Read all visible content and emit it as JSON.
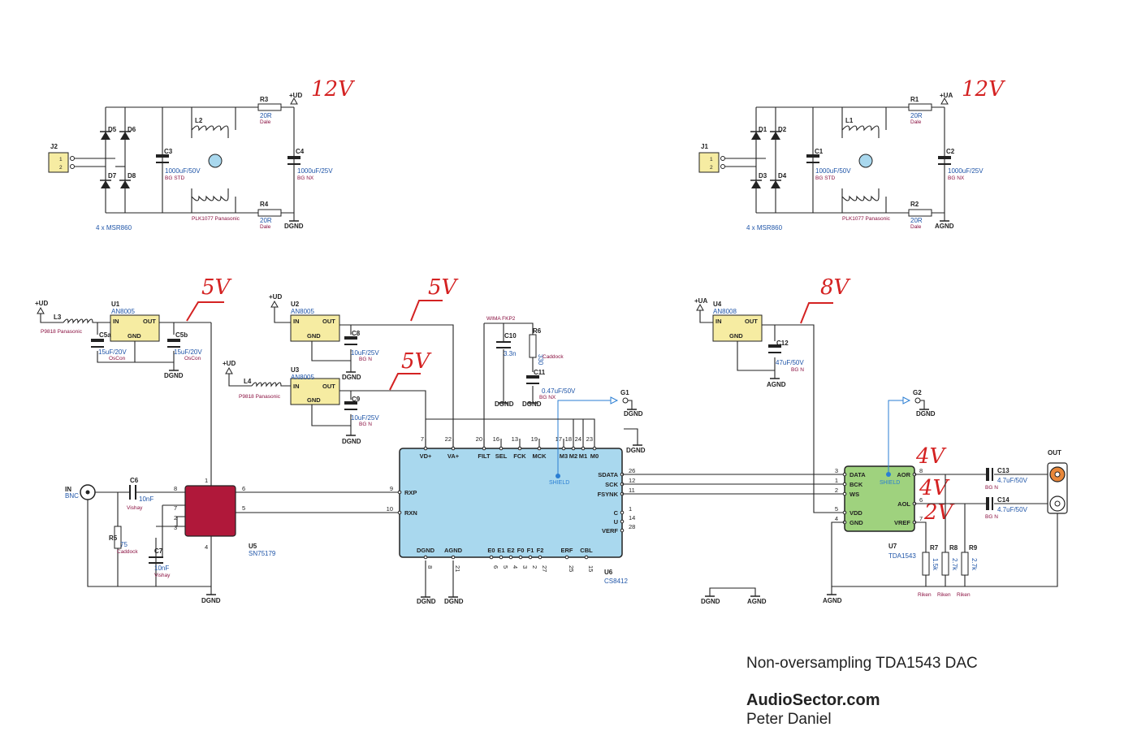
{
  "supplies": {
    "left": {
      "connector": "J2",
      "pin1": "1",
      "pin2": "2",
      "diodes": [
        "D5",
        "D6",
        "D7",
        "D8"
      ],
      "diodes_note": "4 x MSR860",
      "cap_in": {
        "ref": "C3",
        "value": "1000uF/50V",
        "brand": "BG STD"
      },
      "choke": {
        "ref": "L2",
        "part": "PLK1077 Panasonic"
      },
      "r_top": {
        "ref": "R3",
        "value": "20R",
        "brand": "Dale"
      },
      "r_bot": {
        "ref": "R4",
        "value": "20R",
        "brand": "Dale"
      },
      "cap_out": {
        "ref": "C4",
        "value": "1000uF/25V",
        "brand": "BG NX"
      },
      "rail": "+UD",
      "gnd": "DGND",
      "voltage_note": "12V"
    },
    "right": {
      "connector": "J1",
      "pin1": "1",
      "pin2": "2",
      "diodes": [
        "D1",
        "D2",
        "D3",
        "D4"
      ],
      "diodes_note": "4 x MSR860",
      "cap_in": {
        "ref": "C1",
        "value": "1000uF/50V",
        "brand": "BG STD"
      },
      "choke": {
        "ref": "L1",
        "part": "PLK1077 Panasonic"
      },
      "r_top": {
        "ref": "R1",
        "value": "20R",
        "brand": "Dale"
      },
      "r_bot": {
        "ref": "R2",
        "value": "20R",
        "brand": "Dale"
      },
      "cap_out": {
        "ref": "C2",
        "value": "1000uF/25V",
        "brand": "BG NX"
      },
      "rail": "+UA",
      "gnd": "AGND",
      "voltage_note": "12V"
    }
  },
  "regulators": {
    "u1": {
      "ref": "U1",
      "part": "AN8005",
      "in_rail": "+UD",
      "inductor": "L3",
      "inductor_part": "P9818 Panasonic",
      "c_a": {
        "ref": "C5a",
        "value": "15uF/20V",
        "brand": "OsCon"
      },
      "c_b": {
        "ref": "C5b",
        "value": "15uF/20V",
        "brand": "OsCon"
      },
      "gnd": "DGND",
      "voltage_note": "5V"
    },
    "u2": {
      "ref": "U2",
      "part": "AN8005",
      "in_rail": "+UD",
      "cap": {
        "ref": "C8",
        "value": "10uF/25V",
        "brand": "BG N"
      },
      "gnd": "DGND",
      "voltage_note": "5V"
    },
    "u3": {
      "ref": "U3",
      "part": "AN8005",
      "in_rail": "+UD",
      "inductor": "L4",
      "inductor_part": "P9818 Panasonic",
      "cap": {
        "ref": "C9",
        "value": "10uF/25V",
        "brand": "BG N"
      },
      "gnd": "DGND",
      "voltage_note": "5V"
    },
    "u4": {
      "ref": "U4",
      "part": "AN8008",
      "in_rail": "+UA",
      "cap": {
        "ref": "C12",
        "value": "47uF/50V",
        "brand": "BG N"
      },
      "gnd": "AGND",
      "voltage_note": "8V"
    },
    "pin_in": "IN",
    "pin_out": "OUT",
    "pin_gnd": "GND"
  },
  "filt": {
    "c10": {
      "ref": "C10",
      "value": "3.3n",
      "note": "WIMA FKP2"
    },
    "r6": {
      "ref": "R6",
      "value": "330",
      "brand": "Caddock"
    },
    "c11": {
      "ref": "C11",
      "value": "0.47uF/50V",
      "brand": "BG NX"
    },
    "gnd": "DGND"
  },
  "input": {
    "label": "IN",
    "jack": "BNC",
    "c6": {
      "ref": "C6",
      "value": "10nF",
      "brand": "Vishay"
    },
    "c7": {
      "ref": "C7",
      "value": "10nF",
      "brand": "Vishay"
    },
    "r5": {
      "ref": "R5",
      "value": "75",
      "brand": "Caddock"
    },
    "gnd": "DGND"
  },
  "u5": {
    "ref": "U5",
    "part": "SN75179",
    "pins": [
      "8",
      "7",
      "2",
      "3",
      "6",
      "5",
      "1",
      "4"
    ],
    "gnd": "DGND"
  },
  "u6": {
    "ref": "U6",
    "part": "CS8412",
    "top_pins": [
      {
        "num": "7",
        "name": "VD+"
      },
      {
        "num": "22",
        "name": "VA+"
      },
      {
        "num": "20",
        "name": "FILT"
      },
      {
        "num": "16",
        "name": "SEL"
      },
      {
        "num": "13",
        "name": "FCK"
      },
      {
        "num": "19",
        "name": "MCK"
      },
      {
        "num": "17",
        "name": "M3"
      },
      {
        "num": "18",
        "name": "M2"
      },
      {
        "num": "24",
        "name": "M1"
      },
      {
        "num": "23",
        "name": "M0"
      }
    ],
    "left_pins": [
      {
        "num": "9",
        "name": "RXP"
      },
      {
        "num": "10",
        "name": "RXN"
      }
    ],
    "right_pins": [
      {
        "num": "26",
        "name": "SDATA"
      },
      {
        "num": "12",
        "name": "SCK"
      },
      {
        "num": "11",
        "name": "FSYNK"
      },
      {
        "num": "1",
        "name": "C"
      },
      {
        "num": "14",
        "name": "U"
      },
      {
        "num": "28",
        "name": "VERF"
      }
    ],
    "bottom_pins": [
      {
        "num": "8",
        "name": "DGND"
      },
      {
        "num": "21",
        "name": "AGND"
      },
      {
        "num": "6",
        "name": "E0"
      },
      {
        "num": "5",
        "name": "E1"
      },
      {
        "num": "4",
        "name": "E2"
      },
      {
        "num": "3",
        "name": "F0"
      },
      {
        "num": "2",
        "name": "F1"
      },
      {
        "num": "27",
        "name": "F2"
      },
      {
        "num": "25",
        "name": "ERF"
      },
      {
        "num": "15",
        "name": "CBL"
      }
    ],
    "shield": "SHIELD",
    "gnd_left": "DGND",
    "gnd_mid": "DGND",
    "gnd_right": "DGND"
  },
  "grounds": {
    "g1": "G1",
    "g1_gnd": "DGND",
    "g2": "G2",
    "g2_gnd": "DGND",
    "link_a": "DGND",
    "link_b": "AGND"
  },
  "u7": {
    "ref": "U7",
    "part": "TDA1543",
    "left_pins": [
      {
        "num": "3",
        "name": "DATA"
      },
      {
        "num": "1",
        "name": "BCK"
      },
      {
        "num": "2",
        "name": "WS"
      },
      {
        "num": "5",
        "name": "VDD"
      },
      {
        "num": "4",
        "name": "GND"
      }
    ],
    "right_pins": [
      {
        "num": "8",
        "name": "AOR"
      },
      {
        "num": "6",
        "name": "AOL"
      },
      {
        "num": "7",
        "name": "VREF"
      }
    ],
    "shield": "SHIELD",
    "gnd": "AGND",
    "v_aor": "4V",
    "v_aol": "4V",
    "v_vref": "2V"
  },
  "output": {
    "label": "OUT",
    "c13": {
      "ref": "C13",
      "value": "4.7uF/50V",
      "brand": "BG N"
    },
    "c14": {
      "ref": "C14",
      "value": "4.7uF/50V",
      "brand": "BG N"
    },
    "r7": {
      "ref": "R7",
      "value": "1.5k",
      "brand": "Riken"
    },
    "r8": {
      "ref": "R8",
      "value": "2.7k",
      "brand": "Riken"
    },
    "r9": {
      "ref": "R9",
      "value": "2.7k",
      "brand": "Riken"
    }
  },
  "footer": {
    "title": "Non-oversampling TDA1543 DAC",
    "site": "AudioSector.com",
    "author": "Peter Daniel"
  },
  "colors": {
    "ic_blue": "#a9d8ee",
    "ic_green": "#9fd27e",
    "ic_red": "#b0183a",
    "ic_yellow": "#f6eca2",
    "ink_red": "#d42222"
  }
}
